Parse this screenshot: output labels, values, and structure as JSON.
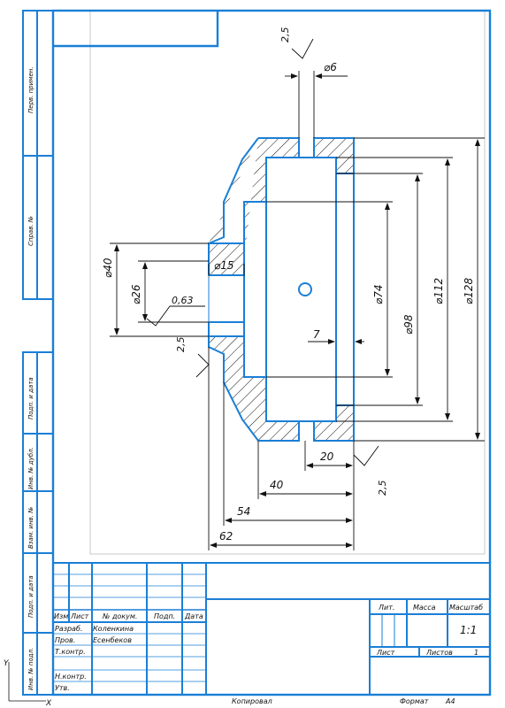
{
  "side_stamps": {
    "perv_primen": "Перв. примен.",
    "sprav_no": "Справ. №",
    "podp_data_top": "Подп. и дата",
    "inv_dubl": "Инв. № дубл.",
    "vzam_inv": "Взам. инв. №",
    "podp_data_bottom": "Подп. и дата",
    "inv_podl": "Инв. № подл."
  },
  "dimensions": {
    "d6": "⌀6",
    "d15": "⌀15",
    "d26": "⌀26",
    "d40": "⌀40",
    "d74": "⌀74",
    "d98": "⌀98",
    "d112": "⌀112",
    "d128": "⌀128",
    "l7": "7",
    "l20": "20",
    "l40": "40",
    "l54": "54",
    "l62": "62",
    "ra_top": "2,5",
    "ra_left": "2,5",
    "ra_right": "2,5",
    "ra_inner": "0,63"
  },
  "title_block": {
    "headers": {
      "izm": "Изм",
      "list": "Лист",
      "n_dokum": "№ докум.",
      "podp": "Подп.",
      "data": "Дата"
    },
    "rows": [
      {
        "role": "Разраб.",
        "name": "Коленкина"
      },
      {
        "role": "Пров.",
        "name": "Есенбеков"
      },
      {
        "role": "Т.контр.",
        "name": ""
      },
      {
        "role": "",
        "name": ""
      },
      {
        "role": "Н.контр.",
        "name": ""
      },
      {
        "role": "Утв.",
        "name": ""
      }
    ],
    "lit": "Лит.",
    "massa": "Масса",
    "masshtab": "Масштаб",
    "scale_value": "1:1",
    "list_label": "Лист",
    "listov_label": "Листов",
    "listov_value": "1"
  },
  "footer": {
    "kopiroval": "Копировал",
    "format_label": "Формат",
    "format_value": "А4"
  },
  "axes": {
    "y": "Y",
    "x": "X"
  }
}
